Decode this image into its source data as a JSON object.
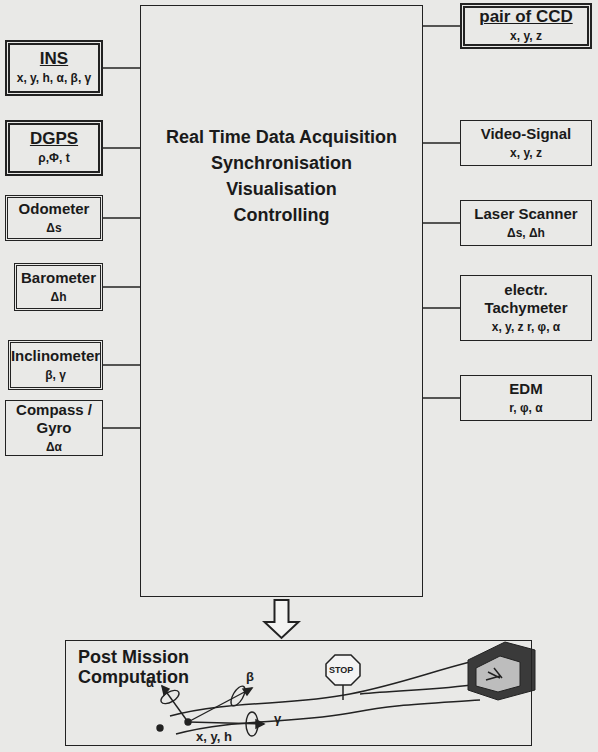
{
  "diagram": {
    "nodes": [
      {
        "text": [
          "INS",
          "x, y, h,  α, β, γ"
        ]
      },
      {
        "text": [
          "DGPS",
          "ρ,Φ, t"
        ]
      },
      {
        "text": [
          "Odometer",
          "Δs"
        ]
      },
      {
        "text": [
          "Barometer",
          "Δh"
        ]
      },
      {
        "text": [
          "Inclinometer",
          "β, γ"
        ]
      },
      {
        "text": [
          "Compass / Gyro",
          "Δα"
        ]
      },
      {
        "text": [
          "Real Time Data Acquisition",
          "Synchronisation",
          "Visualisation",
          "Controlling"
        ]
      },
      {
        "text": [
          "pair of  CCD",
          "x, y, z"
        ]
      },
      {
        "text": [
          "Video-Signal",
          "x, y, z"
        ]
      },
      {
        "text": [
          "Laser Scanner",
          "Δs, Δh"
        ]
      },
      {
        "text": [
          "electr. Tachymeter",
          "x, y, z r, φ, α"
        ]
      },
      {
        "text": [
          "EDM",
          "r, φ, α"
        ]
      },
      {
        "text": [
          "Post Mission Computation"
        ]
      }
    ],
    "edges": [
      {
        "from": 0,
        "to": 6,
        "arrow": "none"
      },
      {
        "from": 1,
        "to": 6,
        "arrow": "none"
      },
      {
        "from": 2,
        "to": 6,
        "arrow": "none"
      },
      {
        "from": 3,
        "to": 6,
        "arrow": "none"
      },
      {
        "from": 4,
        "to": 6,
        "arrow": "none"
      },
      {
        "from": 5,
        "to": 6,
        "arrow": "none"
      },
      {
        "from": 7,
        "to": 6,
        "arrow": "none"
      },
      {
        "from": 8,
        "to": 6,
        "arrow": "none"
      },
      {
        "from": 9,
        "to": 6,
        "arrow": "none"
      },
      {
        "from": 10,
        "to": 6,
        "arrow": "none"
      },
      {
        "from": 11,
        "to": 6,
        "arrow": "none"
      },
      {
        "from": 6,
        "to": 12,
        "arrow": "to"
      }
    ],
    "labels": [
      "STOP",
      "α",
      "β",
      "γ",
      "x, y, h"
    ]
  }
}
